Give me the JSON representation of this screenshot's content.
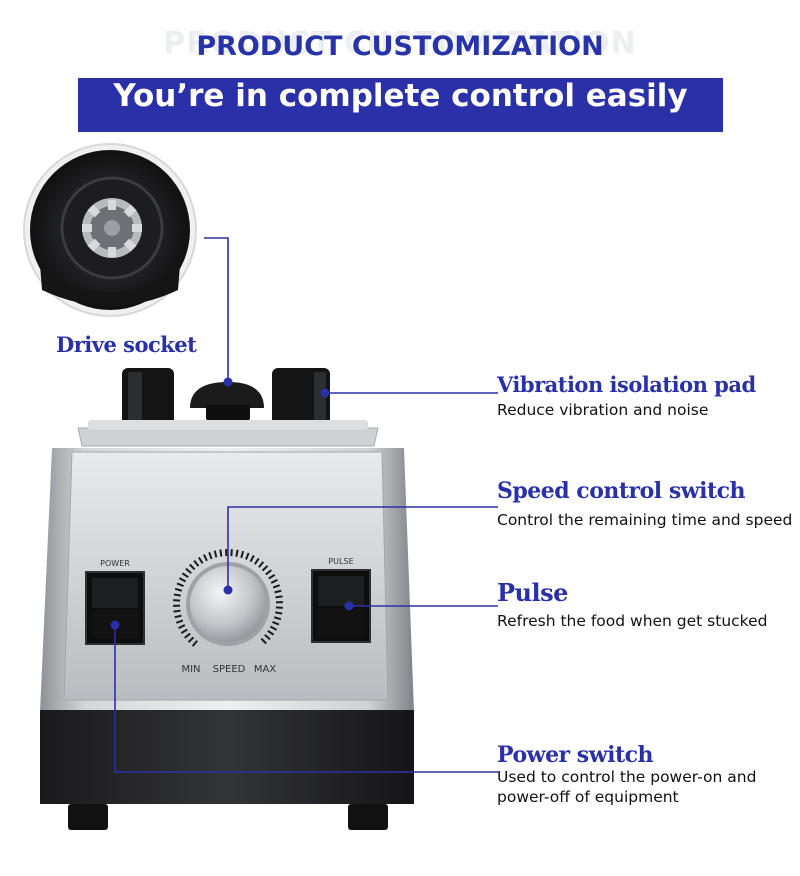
{
  "header": {
    "ghost_text": "PRODUCT CUSTOMIZATION",
    "heading": "PRODUCT CUSTOMIZATION",
    "banner": "You’re in complete control easily"
  },
  "colors": {
    "accent": "#2a30a8",
    "heading": "#2733a6",
    "leader_line": "#2a30a8"
  },
  "panel": {
    "power": "POWER",
    "pulse": "PULSE",
    "min": "MIN",
    "speed": "SPEED",
    "max": "MAX"
  },
  "callouts": {
    "drive": {
      "title": "Drive socket"
    },
    "vibration": {
      "title": "Vibration isolation pad",
      "desc": "Reduce vibration and noise"
    },
    "speed": {
      "title": "Speed control switch",
      "desc": "Control the remaining time and speed"
    },
    "pulse": {
      "title": "Pulse",
      "desc": "Refresh the food when get stucked"
    },
    "power": {
      "title": "Power switch",
      "desc_line1": "Used to control the power-on and",
      "desc_line2": "power-off of equipment"
    }
  }
}
